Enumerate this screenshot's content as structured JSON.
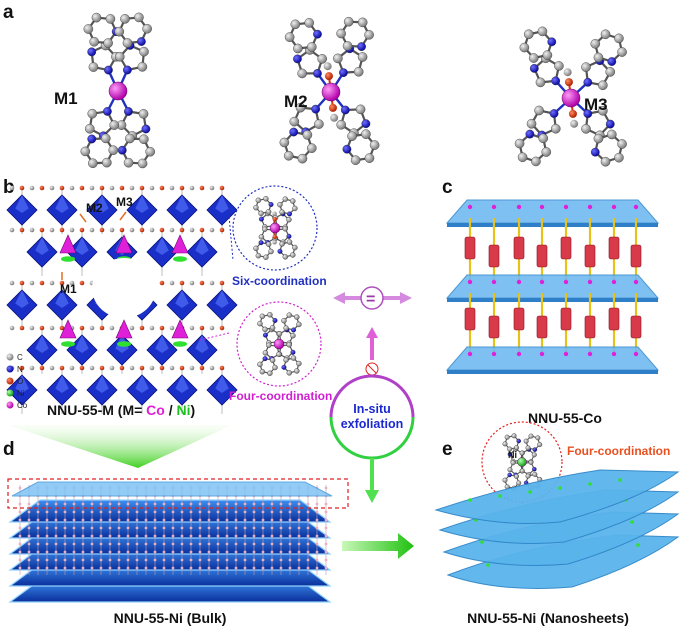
{
  "panels": {
    "a": "a",
    "b": "b",
    "c": "c",
    "d": "d",
    "e": "e"
  },
  "molecules": [
    "M1",
    "M2",
    "M3"
  ],
  "b": {
    "site_labels": [
      "M2",
      "M3",
      "M1"
    ],
    "six_coordination": "Six-coordination",
    "four_coordination": "Four-coordination",
    "legend": [
      "C",
      "N",
      "O",
      "Ni",
      "Co"
    ],
    "caption_prefix": "NNU-55-M (M= ",
    "caption_co": "Co",
    "caption_sep": " / ",
    "caption_ni": "Ni",
    "caption_suffix": ")"
  },
  "equal_sign": "=",
  "center": {
    "line1": "In-situ",
    "line2": "exfoliation"
  },
  "c_caption": "NNU-55-Co",
  "d_caption": "NNU-55-Ni (Bulk)",
  "e": {
    "ni_label": "Ni",
    "four_coordination": "Four-coordination",
    "caption": "NNU-55-Ni (Nanosheets)"
  },
  "colors": {
    "magenta": "#e020d8",
    "nitrogen": "#1010d0",
    "oxygen": "#d83010",
    "carbon": "#a8a8a8",
    "nickel": "#30e030",
    "blue": "#2a4fd0",
    "sheet": "#5ab4ec"
  }
}
